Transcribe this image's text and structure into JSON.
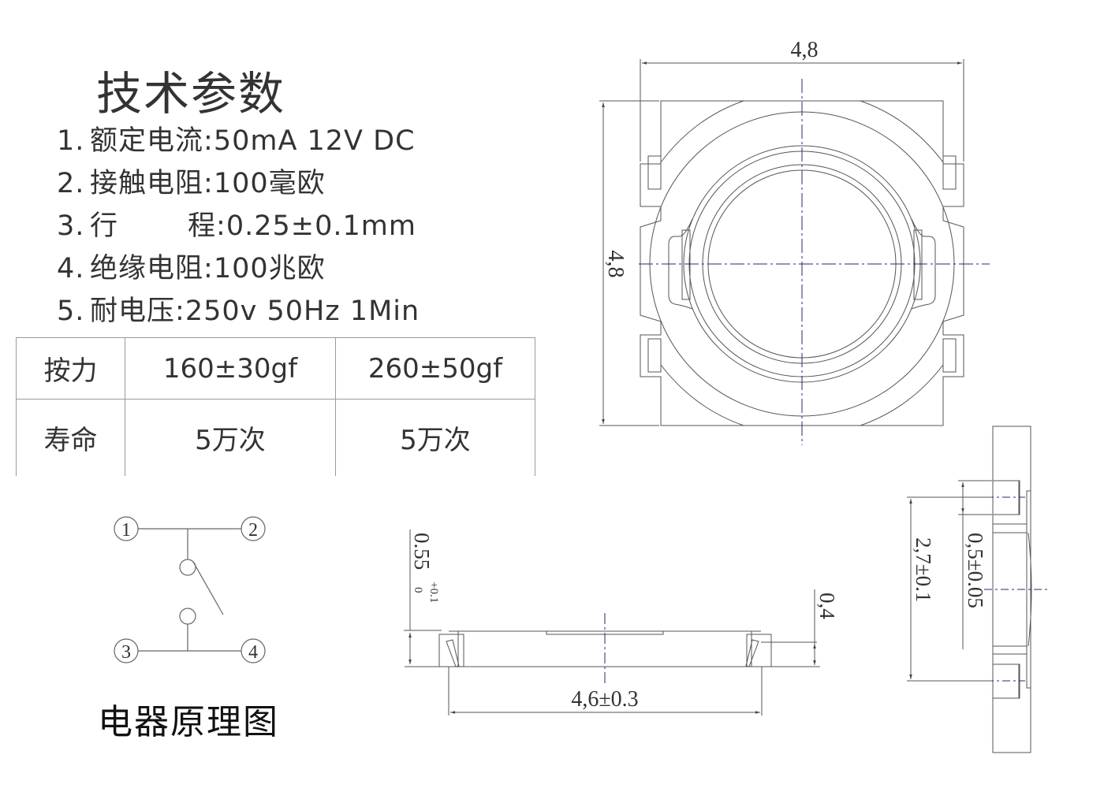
{
  "spec_sheet": {
    "title": "技术参数",
    "specs": [
      {
        "num": "1.",
        "label": "额定电流",
        "value": "50mA 12V DC"
      },
      {
        "num": "2.",
        "label": "接触电阻",
        "value": "100毫欧"
      },
      {
        "num": "3.",
        "label_part1": "行",
        "label_part2": "程",
        "value": "0.25±0.1mm"
      },
      {
        "num": "4.",
        "label": "绝缘电阻",
        "value": "100兆欧"
      },
      {
        "num": "5.",
        "label": "耐电压",
        "value": "250v 50Hz 1Min"
      }
    ],
    "separator": ":"
  },
  "performance_table": {
    "rows": [
      {
        "label": "按力",
        "values": [
          "160±30gf",
          "260±50gf"
        ]
      },
      {
        "label": "寿命",
        "values": [
          "5万次",
          "5万次"
        ]
      }
    ]
  },
  "schematic": {
    "caption": "电器原理图",
    "pins": [
      "1",
      "2",
      "3",
      "4"
    ]
  },
  "top_view": {
    "width_dim": "4,8",
    "height_dim": "4,8"
  },
  "front_view": {
    "height_dim_main": "0.55",
    "height_tol_upper": "+0.1",
    "height_tol_lower": "0",
    "terminal_height_dim": "0,4",
    "width_dim": "4,6±0.3"
  },
  "side_view": {
    "pitch_dim": "2,7±0.1",
    "terminal_width_dim": "0,5±0.05"
  },
  "colors": {
    "line": "#555555",
    "text": "#333333",
    "center_line": "#2a2a6a"
  }
}
